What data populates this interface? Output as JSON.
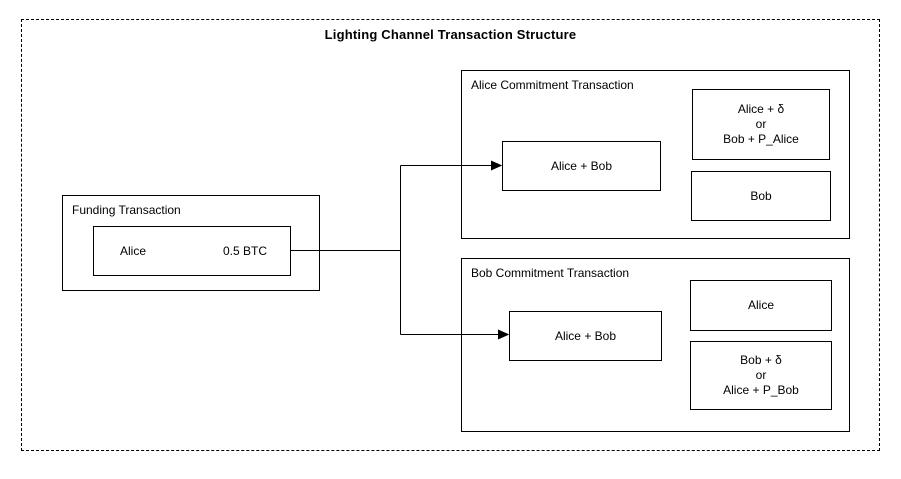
{
  "diagram_title": "Lighting Channel Transaction Structure",
  "funding_transaction": {
    "label": "Funding Transaction",
    "output": {
      "owner": "Alice",
      "amount": "0.5 BTC"
    }
  },
  "alice_commitment_transaction": {
    "label": "Alice Commitment Transaction",
    "multisig": "Alice + Bob",
    "outputs": [
      {
        "lines": [
          "Alice + δ",
          "or",
          "Bob + P_Alice"
        ]
      },
      {
        "lines": [
          "Bob"
        ]
      }
    ]
  },
  "bob_commitment_transaction": {
    "label": "Bob Commitment Transaction",
    "multisig": "Alice + Bob",
    "outputs": [
      {
        "lines": [
          "Alice"
        ]
      },
      {
        "lines": [
          "Bob + δ",
          "or",
          "Alice + P_Bob"
        ]
      }
    ]
  },
  "colors": {
    "stroke": "#000000",
    "background": "#ffffff",
    "text": "#000000"
  }
}
